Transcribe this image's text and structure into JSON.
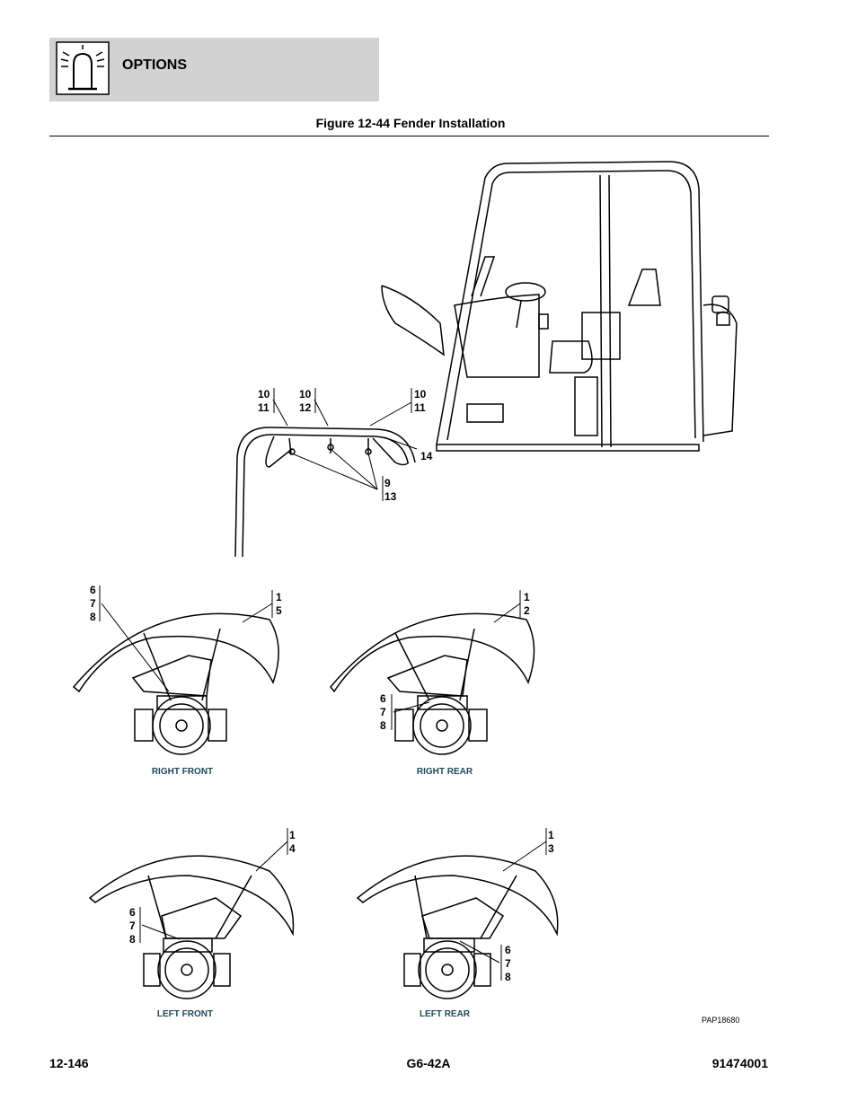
{
  "header": {
    "section_title": "OPTIONS",
    "icon": "beacon-light-icon"
  },
  "figure": {
    "title": "Figure 12-44 Fender Installation",
    "reference_code": "PAP18680",
    "callouts": {
      "bracket_left_a": "10",
      "bracket_left_b": "11",
      "bracket_mid_a": "10",
      "bracket_mid_b": "12",
      "bracket_right_a": "10",
      "bracket_right_b": "11",
      "bracket_end": "14",
      "bracket_bolt_a": "9",
      "bracket_bolt_b": "13",
      "rf_hw_a": "6",
      "rf_hw_b": "7",
      "rf_hw_c": "8",
      "rf_part_a": "1",
      "rf_part_b": "5",
      "rr_part_a": "1",
      "rr_part_b": "2",
      "rr_hw_a": "6",
      "rr_hw_b": "7",
      "rr_hw_c": "8",
      "lf_part_a": "1",
      "lf_part_b": "4",
      "lf_hw_a": "6",
      "lf_hw_b": "7",
      "lf_hw_c": "8",
      "lr_part_a": "1",
      "lr_part_b": "3",
      "lr_hw_a": "6",
      "lr_hw_b": "7",
      "lr_hw_c": "8"
    },
    "views": {
      "right_front": "RIGHT FRONT",
      "right_rear": "RIGHT REAR",
      "left_front": "LEFT FRONT",
      "left_rear": "LEFT REAR"
    }
  },
  "footer": {
    "page_number": "12-146",
    "model": "G6-42A",
    "part_number": "91474001"
  }
}
